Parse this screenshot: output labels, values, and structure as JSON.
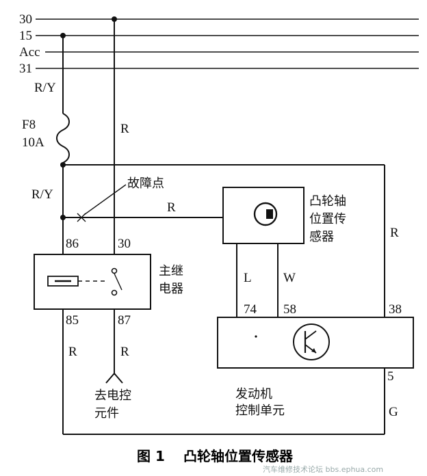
{
  "bus_labels": [
    "30",
    "15",
    "Acc",
    "31"
  ],
  "fuse": {
    "wire_top": "R/Y",
    "name": "F8",
    "rating": "10A"
  },
  "wire_left_mid": "R/Y",
  "wire_center_top": "R",
  "fault_point": "故障点",
  "wire_to_sensor": "R",
  "sensor_label": [
    "凸轮轴",
    "位置传",
    "感器"
  ],
  "wire_right": "R",
  "relay": {
    "label": [
      "主继",
      "电器"
    ],
    "pin86": "86",
    "pin30": "30",
    "pin85": "85",
    "pin87": "87"
  },
  "wire_sensor_left": "L",
  "wire_sensor_right": "W",
  "ecu": {
    "pin74": "74",
    "pin58": "58",
    "pin38": "38",
    "pin5": "5",
    "label": [
      "发动机",
      "控制单元"
    ]
  },
  "wire_relay_85": "R",
  "wire_relay_87": "R",
  "to_ecu_parts": [
    "去电控",
    "元件"
  ],
  "wire_ground": "G",
  "caption": {
    "num": "图 1",
    "title": "凸轮轴位置传感器"
  },
  "watermark": "汽车维修技术论坛 bbs.ephua.com"
}
